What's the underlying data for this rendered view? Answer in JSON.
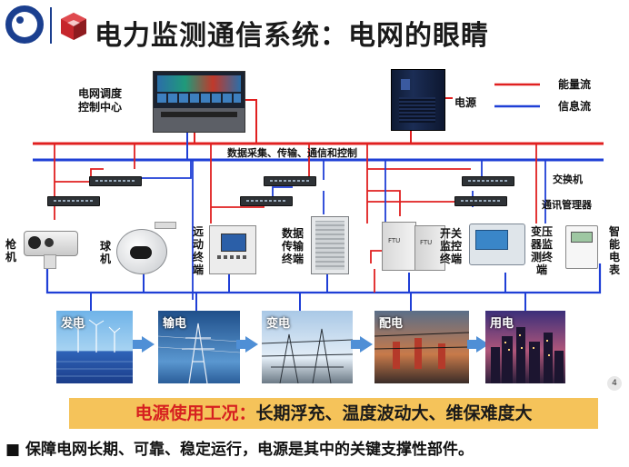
{
  "header": {
    "title": "电力监测通信系统：电网的眼睛"
  },
  "diagram": {
    "control_center_label": "电网调度\n控制中心",
    "power_source_label": "电源",
    "legend": {
      "energy": "能量流",
      "info": "信息流",
      "energy_color": "#e02020",
      "info_color": "#1f3fd6"
    },
    "bus_label": "数据采集、传输、通信和控制",
    "switch_label": "交换机",
    "comm_manager_label": "通讯管理器",
    "devices": {
      "gun_camera": "枪\n机",
      "dome_camera": "球\n机",
      "remote_terminal": "远\n动\n终\n端",
      "data_terminal": "数据\n传输\n终端",
      "switch_terminal": "开关\n监控\n终端",
      "transformer_terminal": "变压\n器监\n测终\n端",
      "smart_meter": "智\n能\n电\n表"
    },
    "ftu_label": "FTU",
    "stages": [
      "发电",
      "输电",
      "变电",
      "配电",
      "用电"
    ]
  },
  "banner": {
    "prefix": "电源使用工况：",
    "text": "长期浮充、温度波动大、维保难度大"
  },
  "footer": {
    "bullet": "■",
    "text": "保障电网长期、可靠、稳定运行，电源是其中的关键支撑性部件。"
  },
  "page_number": "4"
}
